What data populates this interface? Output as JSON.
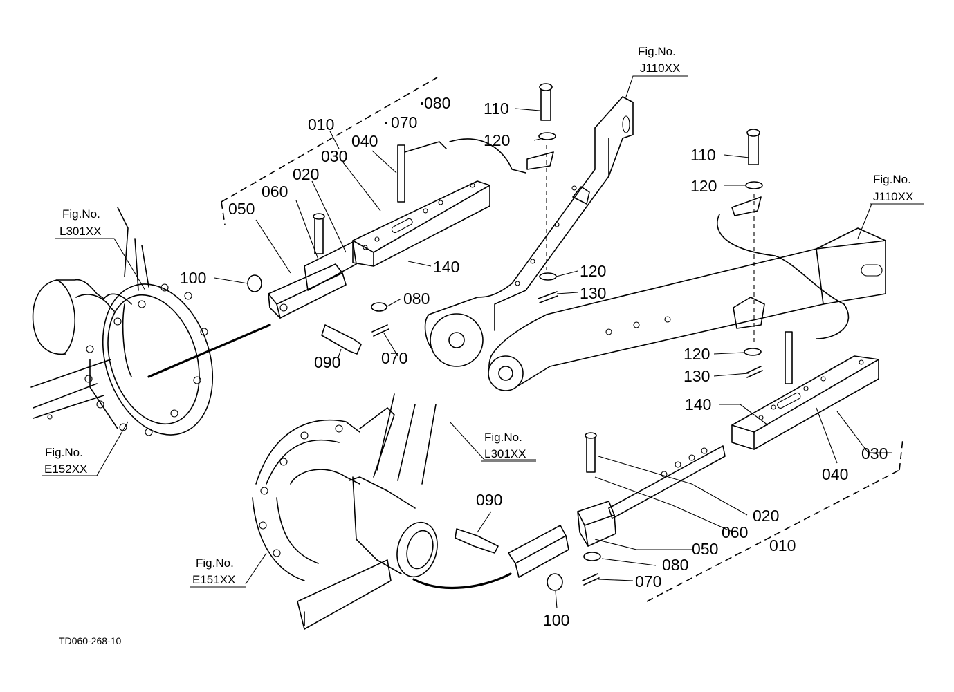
{
  "doc_code": "TD060-268-10",
  "fig_refs": {
    "prefix": "Fig.No.",
    "j110_upper": "J110XX",
    "j110_right": "J110XX",
    "l301_left": "L301XX",
    "l301_lower": "L301XX",
    "e152": "E152XX",
    "e151": "E151XX"
  },
  "upper_left_group": {
    "p010": "010",
    "p070_080": "070",
    "p080": "080",
    "p040": "040",
    "p030": "030",
    "p020": "020",
    "p060": "060",
    "p050": "050",
    "p100": "100",
    "p090": "090",
    "p080b": "080",
    "p070": "070",
    "p140": "140"
  },
  "center_pins": {
    "p110a": "110",
    "p120a": "120",
    "p120b": "120",
    "p130a": "130",
    "p110b": "110",
    "p120c": "120",
    "p120d": "120",
    "p130b": "130"
  },
  "lower_right_group": {
    "p140": "140",
    "p030": "030",
    "p040": "040",
    "p020": "020",
    "p060": "060",
    "p050": "050",
    "p010": "010",
    "p080": "080",
    "p070": "070",
    "p090": "090",
    "p100": "100"
  }
}
